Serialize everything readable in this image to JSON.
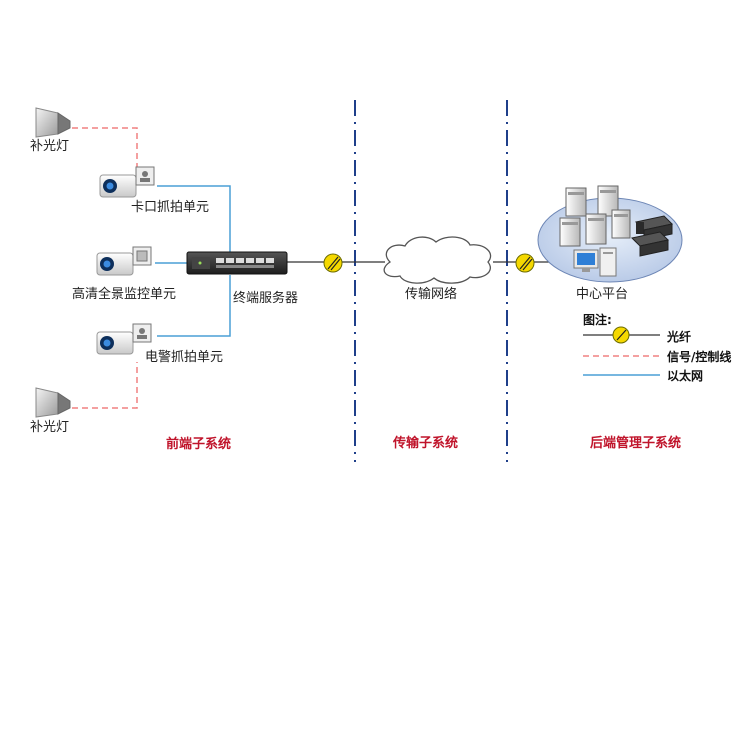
{
  "labels": {
    "fill_light_top": "补光灯",
    "fill_light_bottom": "补光灯",
    "checkpoint_unit": "卡口抓拍单元",
    "hd_panorama_unit": "高清全景监控单元",
    "e_police_unit": "电警抓拍单元",
    "terminal_server": "终端服务器",
    "transmission_network": "传输网络",
    "center_platform": "中心平台"
  },
  "sections": {
    "front_end": "前端子系统",
    "transmission": "传输子系统",
    "back_end": "后端管理子系统"
  },
  "legend": {
    "title": "图注:",
    "items": [
      {
        "label": "光纤",
        "style": "fiber"
      },
      {
        "label": "信号/控制线",
        "style": "dashed"
      },
      {
        "label": "以太网",
        "style": "ethernet"
      }
    ]
  },
  "colors": {
    "section_text": "#c0142b",
    "divider": "#1f3f8a",
    "ethernet": "#4a9fd6",
    "signal": "#f08080",
    "fiber_marker": "#f5d800"
  }
}
